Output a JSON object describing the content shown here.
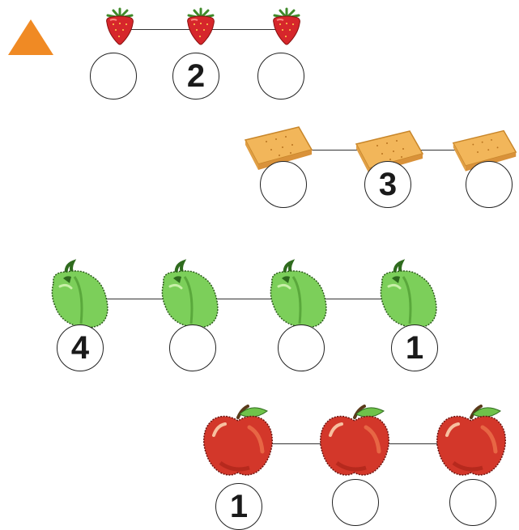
{
  "marker": {
    "icon": "orange-triangle-icon",
    "color": "#F08A24"
  },
  "rows": [
    {
      "item": "strawberry",
      "icon": "strawberry-icon",
      "circles": [
        "",
        "2",
        ""
      ]
    },
    {
      "item": "biscuit",
      "icon": "biscuit-icon",
      "circles": [
        "",
        "3",
        ""
      ]
    },
    {
      "item": "green-pepper",
      "icon": "green-pepper-icon",
      "circles": [
        "4",
        "",
        "",
        "1"
      ]
    },
    {
      "item": "apple",
      "icon": "apple-icon",
      "circles": [
        "1",
        "",
        ""
      ]
    }
  ]
}
